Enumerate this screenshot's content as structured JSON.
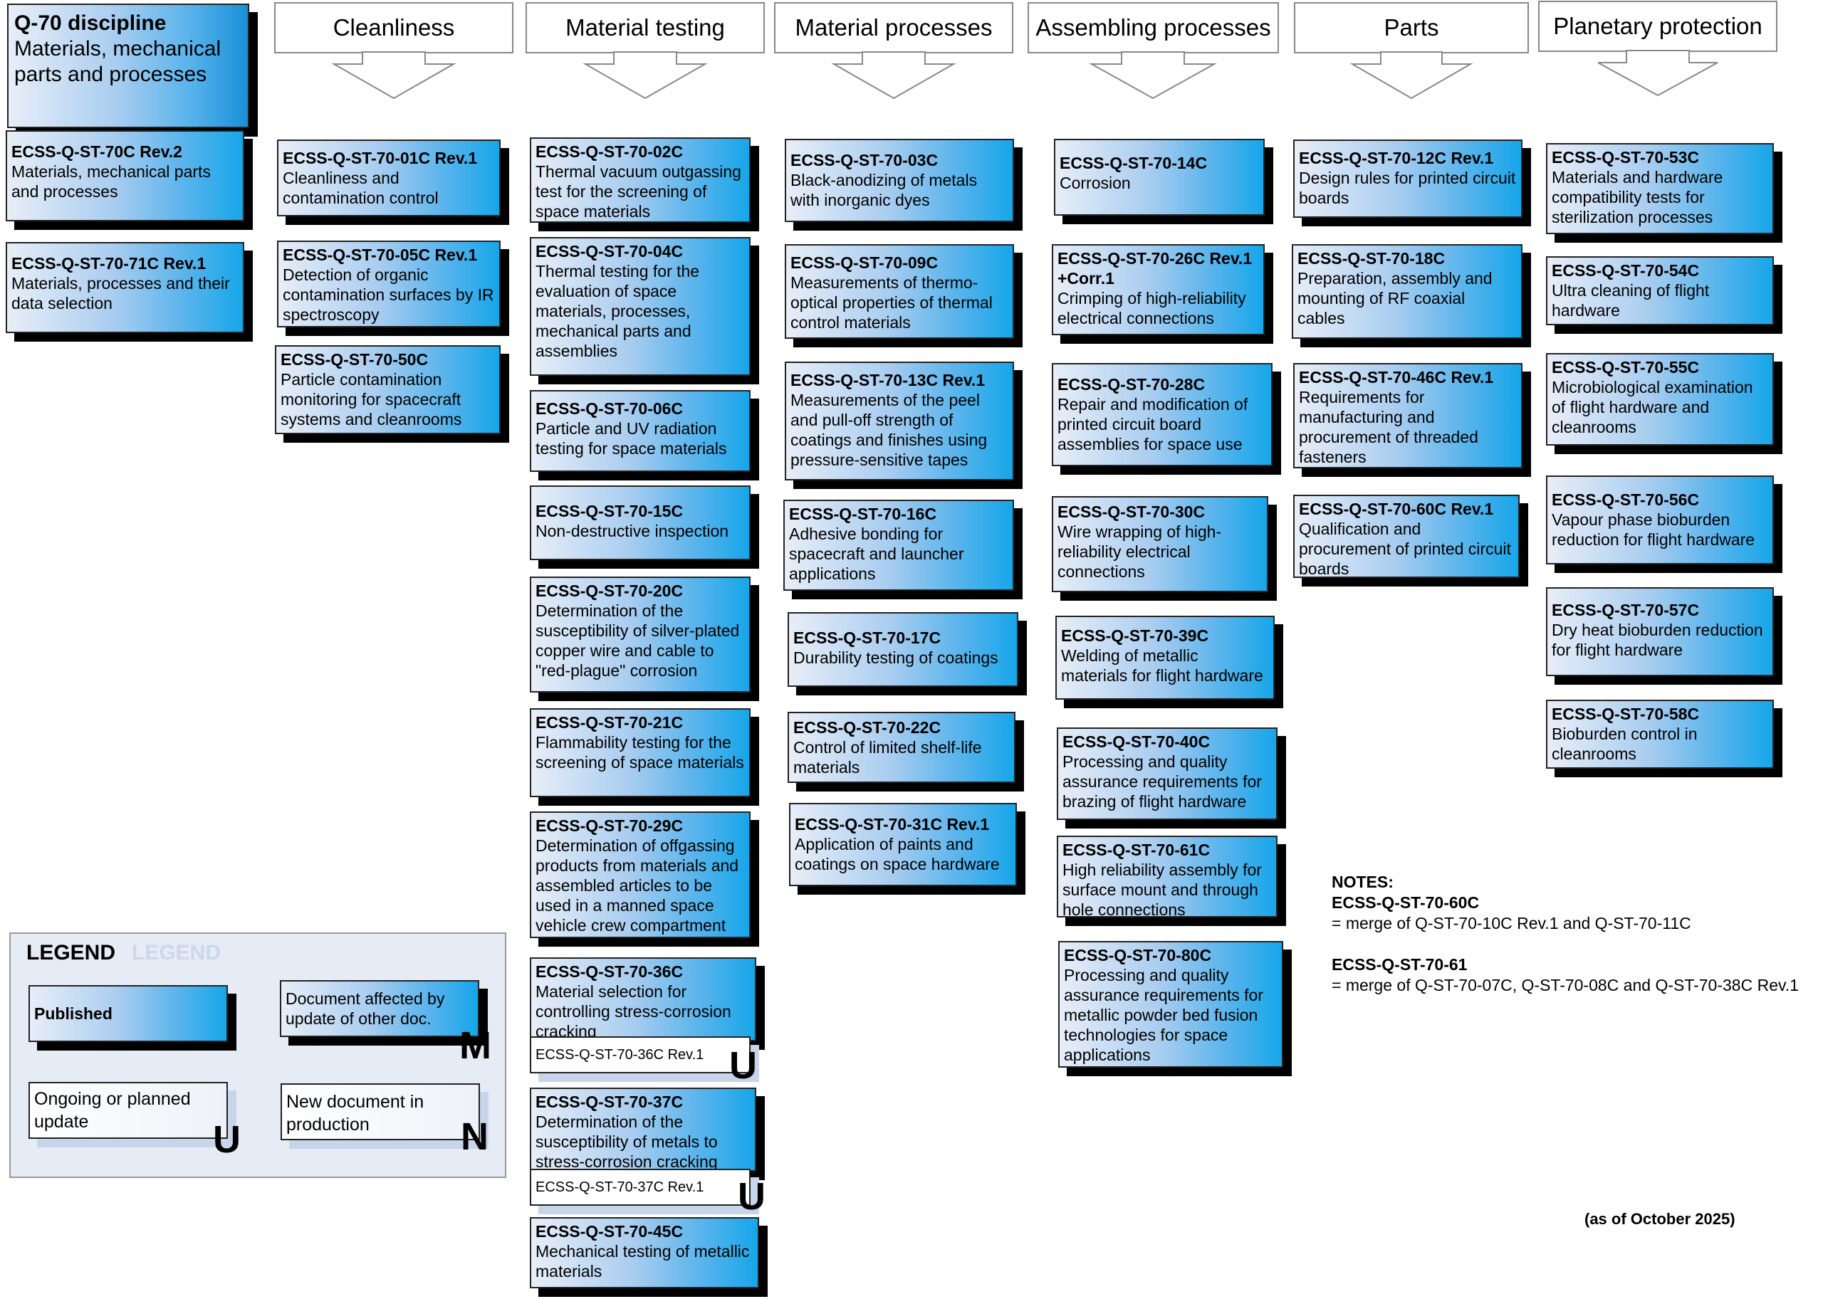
{
  "discipline": {
    "code": "Q-70 discipline",
    "title": "Materials, mechanical parts and processes"
  },
  "categories": [
    {
      "label": "Cleanliness"
    },
    {
      "label": "Material testing"
    },
    {
      "label": "Material processes"
    },
    {
      "label": "Assembling processes"
    },
    {
      "label": "Parts"
    },
    {
      "label": "Planetary protection"
    }
  ],
  "general": [
    {
      "code": "ECSS-Q-ST-70C Rev.2",
      "title": "Materials, mechanical parts and processes"
    },
    {
      "code": "ECSS-Q-ST-70-71C Rev.1",
      "title": "Materials, processes and their data selection"
    }
  ],
  "cleanliness": [
    {
      "code": "ECSS-Q-ST-70-01C Rev.1",
      "title": "Cleanliness and contamination control"
    },
    {
      "code": "ECSS-Q-ST-70-05C Rev.1",
      "title": "Detection of organic contamination surfaces by IR spectroscopy"
    },
    {
      "code": "ECSS-Q-ST-70-50C",
      "title": "Particle contamination monitoring for spacecraft systems and cleanrooms"
    }
  ],
  "material_testing": [
    {
      "code": "ECSS-Q-ST-70-02C",
      "title": "Thermal vacuum outgassing test for the screening of space materials"
    },
    {
      "code": "ECSS-Q-ST-70-04C",
      "title": "Thermal testing for the evaluation of space materials, processes, mechanical parts and assemblies"
    },
    {
      "code": "ECSS-Q-ST-70-06C",
      "title": "Particle and UV radiation testing for space materials"
    },
    {
      "code": "ECSS-Q-ST-70-15C",
      "title": "Non-destructive inspection"
    },
    {
      "code": "ECSS-Q-ST-70-20C",
      "title": "Determination of the susceptibility of silver-plated copper wire and cable to \"red-plague\" corrosion"
    },
    {
      "code": "ECSS-Q-ST-70-21C",
      "title": "Flammability testing for the screening of space materials"
    },
    {
      "code": "ECSS-Q-ST-70-29C",
      "title": "Determination of offgassing products from materials and assembled articles to be used in a manned space vehicle crew compartment"
    },
    {
      "code": "ECSS-Q-ST-70-36C",
      "title": "Material selection for controlling stress-corrosion cracking",
      "update": "ECSS-Q-ST-70-36C Rev.1",
      "update_mark": "U"
    },
    {
      "code": "ECSS-Q-ST-70-37C",
      "title": "Determination of the susceptibility of metals to stress-corrosion cracking",
      "update": "ECSS-Q-ST-70-37C Rev.1",
      "update_mark": "U"
    },
    {
      "code": "ECSS-Q-ST-70-45C",
      "title": "Mechanical testing of metallic materials"
    }
  ],
  "material_processes": [
    {
      "code": "ECSS-Q-ST-70-03C",
      "title": "Black-anodizing of metals with inorganic dyes"
    },
    {
      "code": "ECSS-Q-ST-70-09C",
      "title": "Measurements of thermo-optical properties of thermal control materials"
    },
    {
      "code": "ECSS-Q-ST-70-13C Rev.1",
      "title": "Measurements of the peel and  pull-off strength of coatings and finishes using pressure-sensitive tapes"
    },
    {
      "code": "ECSS-Q-ST-70-16C",
      "title": "Adhesive bonding for spacecraft and launcher applications"
    },
    {
      "code": "ECSS-Q-ST-70-17C",
      "title": "Durability testing of coatings"
    },
    {
      "code": "ECSS-Q-ST-70-22C",
      "title": "Control of limited shelf-life materials"
    },
    {
      "code": "ECSS-Q-ST-70-31C Rev.1",
      "title": "Application of paints and coatings on space hardware"
    }
  ],
  "assembling_processes": [
    {
      "code": "ECSS-Q-ST-70-14C",
      "title": "Corrosion"
    },
    {
      "code": "ECSS-Q-ST-70-26C Rev.1 +Corr.1",
      "title": "Crimping of high-reliability electrical connections"
    },
    {
      "code": "ECSS-Q-ST-70-28C",
      "title": "Repair and modification of printed circuit board assemblies for space use"
    },
    {
      "code": "ECSS-Q-ST-70-30C",
      "title": "Wire wrapping of high-reliability electrical connections"
    },
    {
      "code": "ECSS-Q-ST-70-39C",
      "title": "Welding of metallic materials for flight hardware"
    },
    {
      "code": "ECSS-Q-ST-70-40C",
      "title": "Processing and quality assurance requirements for brazing of flight hardware"
    },
    {
      "code": "ECSS-Q-ST-70-61C",
      "title": "High reliability assembly for surface mount and through hole connections"
    },
    {
      "code": "ECSS-Q-ST-70-80C",
      "title": "Processing and quality assurance requirements for metallic powder bed fusion technologies for space applications"
    }
  ],
  "parts": [
    {
      "code": "ECSS-Q-ST-70-12C Rev.1",
      "title": "Design rules for printed circuit boards"
    },
    {
      "code": "ECSS-Q-ST-70-18C",
      "title": "Preparation, assembly and mounting of RF coaxial cables"
    },
    {
      "code": "ECSS-Q-ST-70-46C Rev.1",
      "title": "Requirements for manufacturing and procurement of threaded fasteners"
    },
    {
      "code": "ECSS-Q-ST-70-60C Rev.1",
      "title": "Qualification and procurement of printed circuit boards"
    }
  ],
  "planetary_protection": [
    {
      "code": "ECSS-Q-ST-70-53C",
      "title": "Materials and hardware compatibility tests for sterilization processes"
    },
    {
      "code": "ECSS-Q-ST-70-54C",
      "title": "Ultra cleaning of flight hardware"
    },
    {
      "code": "ECSS-Q-ST-70-55C",
      "title": "Microbiological examination of flight hardware and cleanrooms"
    },
    {
      "code": "ECSS-Q-ST-70-56C",
      "title": "Vapour phase bioburden reduction for flight hardware"
    },
    {
      "code": "ECSS-Q-ST-70-57C",
      "title": "Dry heat bioburden reduction for flight hardware"
    },
    {
      "code": "ECSS-Q-ST-70-58C",
      "title": "Bioburden control in cleanrooms"
    }
  ],
  "legend": {
    "title": "LEGEND",
    "published": "Published",
    "affected": "Document affected by update of other doc.",
    "affected_mark": "M",
    "ongoing": "Ongoing or planned update",
    "ongoing_mark": "U",
    "new_doc": "New document in production",
    "new_doc_mark": "N"
  },
  "notes": {
    "title": "NOTES:",
    "items": [
      {
        "code": "ECSS-Q-ST-70-60C",
        "text": "= merge of Q-ST-70-10C Rev.1 and Q-ST-70-11C"
      },
      {
        "code": "ECSS-Q-ST-70-61",
        "text": "= merge of Q-ST-70-07C, Q-ST-70-08C and Q-ST-70-38C Rev.1"
      }
    ]
  },
  "as_of": "(as of October 2025)",
  "colors": {
    "published_gradient_start": "#e8eef8",
    "published_gradient_end": "#16a6ea",
    "shadow": "#000000",
    "legend_bg": "#e6ecf6"
  }
}
